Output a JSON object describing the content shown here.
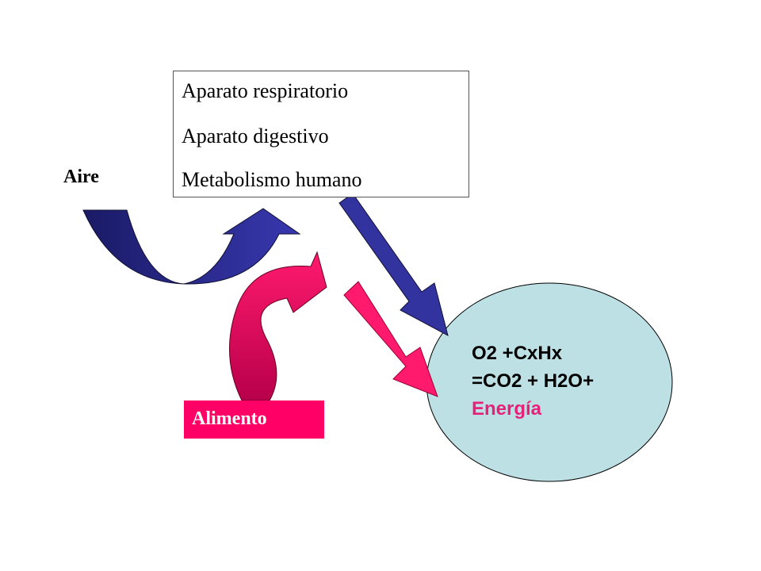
{
  "colors": {
    "blue_arrow": "#3333a0",
    "blue_arrow_dark": "#1a1a66",
    "pink_arrow": "#ff1a6e",
    "pink_arrow_dark": "#b8004a",
    "circle_fill": "#bde0e5",
    "energy_text": "#e8207a",
    "alimento_fill": "#ff0066"
  },
  "box": {
    "line1": "Aparato respiratorio",
    "line2": "Aparato digestivo",
    "line3": "Metabolismo humano"
  },
  "inputs": {
    "air_label": "Aire",
    "food_label": "Alimento"
  },
  "reaction": {
    "line1": "O2 +CxHx",
    "line2": "=CO2 + H2O+",
    "line3": "Energía"
  }
}
